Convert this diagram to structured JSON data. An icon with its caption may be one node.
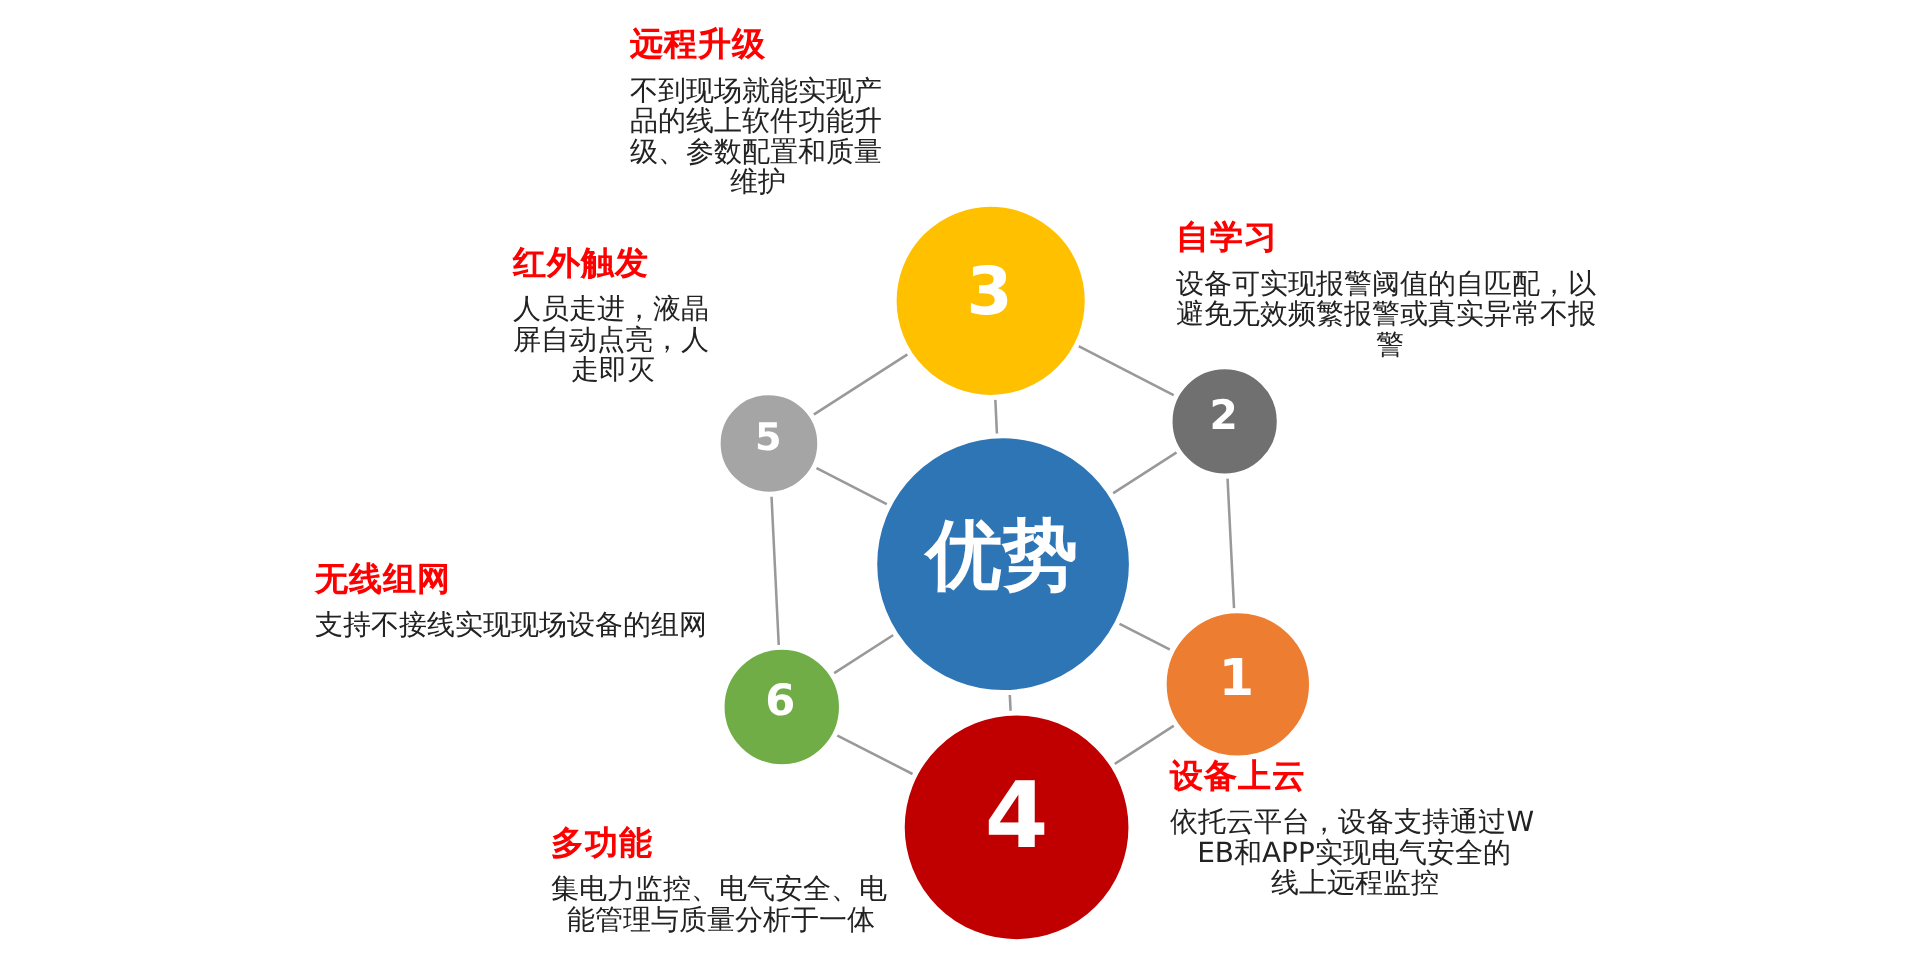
{
  "diagram": {
    "nodes": [
      {
        "text": [
          "优势"
        ]
      },
      {
        "text": [
          "1"
        ],
        "beside": [
          "设备上云",
          "依托云平台，设备支持通过WEB和APP实现电气安全的线上远程监控"
        ]
      },
      {
        "text": [
          "2"
        ],
        "beside": [
          "自学习",
          "设备可实现报警阈值的自匹配，以避免无效频繁报警或真实异常不报警"
        ]
      },
      {
        "text": [
          "3"
        ],
        "beside": [
          "远程升级",
          "不到现场就能实现产品的线上软件功能升级、参数配置和质量维护"
        ]
      },
      {
        "text": [
          "4"
        ],
        "beside": [
          "多功能",
          "集电力监控、电气安全、电能管理与质量分析于一体"
        ]
      },
      {
        "text": [
          "5"
        ],
        "beside": [
          "红外触发",
          "人员走进，液晶屏自动点亮，人走即灭"
        ]
      },
      {
        "text": [
          "6"
        ],
        "beside": [
          "无线组网",
          "支持不接线实现现场设备的组网"
        ]
      }
    ],
    "edges": [
      {
        "from": 0,
        "to": 1,
        "arrow": "none"
      },
      {
        "from": 0,
        "to": 2,
        "arrow": "none"
      },
      {
        "from": 0,
        "to": 3,
        "arrow": "none"
      },
      {
        "from": 0,
        "to": 4,
        "arrow": "none"
      },
      {
        "from": 0,
        "to": 5,
        "arrow": "none"
      },
      {
        "from": 0,
        "to": 6,
        "arrow": "none"
      },
      {
        "from": 1,
        "to": 2,
        "arrow": "none"
      },
      {
        "from": 2,
        "to": 3,
        "arrow": "none"
      },
      {
        "from": 3,
        "to": 5,
        "arrow": "none"
      },
      {
        "from": 5,
        "to": 6,
        "arrow": "none"
      },
      {
        "from": 6,
        "to": 4,
        "arrow": "none"
      },
      {
        "from": 4,
        "to": 1,
        "arrow": "none"
      }
    ]
  }
}
